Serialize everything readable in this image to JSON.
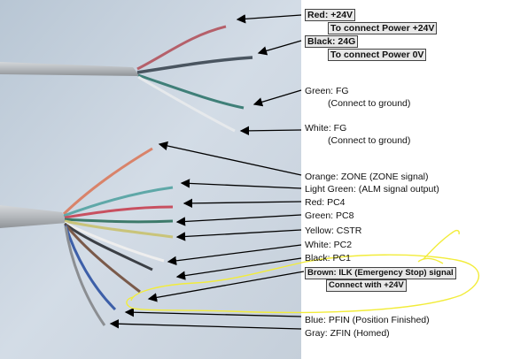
{
  "labels": {
    "red24v": "Red: +24V",
    "red24v_note": "To connect Power +24V",
    "black24g": "Black: 24G",
    "black24g_note": "To connect Power 0V",
    "green_fg": "Green: FG",
    "green_fg_note": "(Connect to ground)",
    "white_fg": "White: FG",
    "white_fg_note": "(Connect to ground)",
    "orange": "Orange: ZONE (ZONE signal)",
    "light_green": "Light Green: (ALM signal output)",
    "red_pc4": "Red: PC4",
    "green_pc8": "Green: PC8",
    "yellow": "Yellow: CSTR",
    "white_pc2": "White: PC2",
    "black_pc1": "Black: PC1",
    "brown": "Brown: ILK (Emergency Stop) signal",
    "brown_note": "Connect with +24V",
    "blue": "Blue: PFIN (Position Finished)",
    "gray": "Gray: ZFIN (Homed)"
  },
  "colors": {
    "cable": "#b9bcc0",
    "background_photo": "#c7d2de",
    "annotation": "#f5f04a"
  }
}
